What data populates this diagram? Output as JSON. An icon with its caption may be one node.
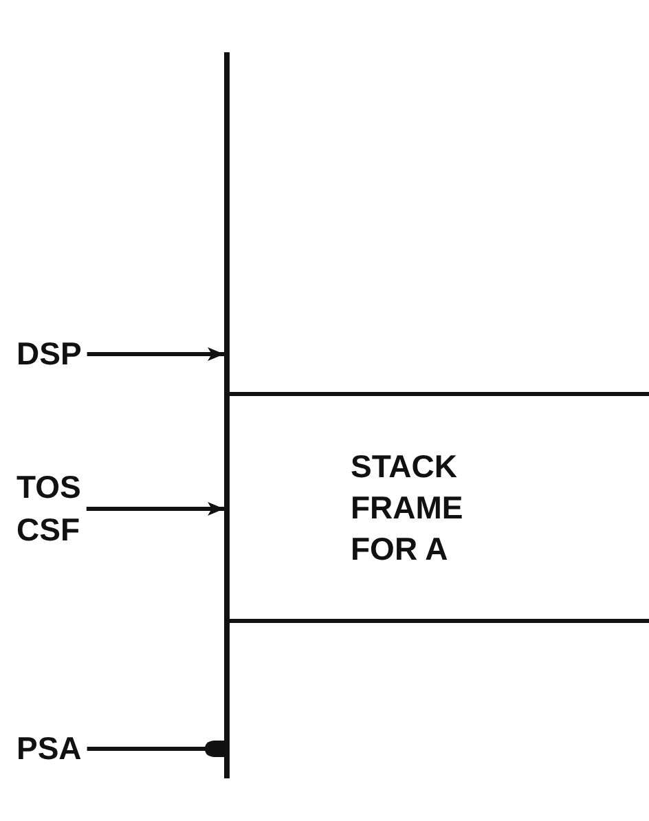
{
  "diagram": {
    "nodes": [
      {
        "text": [
          "DSP"
        ]
      },
      {
        "text": [
          "STACK FRAME FOR A"
        ]
      },
      {
        "text": [
          "TOS",
          "CSF"
        ]
      },
      {
        "text": [
          "PSA"
        ]
      },
      {
        "text": [],
        "shape": "bar"
      }
    ],
    "edges": [
      {
        "from": 0,
        "to": 4,
        "arrow": "to"
      },
      {
        "from": 2,
        "to": 4,
        "arrow": "to"
      },
      {
        "from": 3,
        "to": 4,
        "arrow": "other"
      }
    ]
  }
}
